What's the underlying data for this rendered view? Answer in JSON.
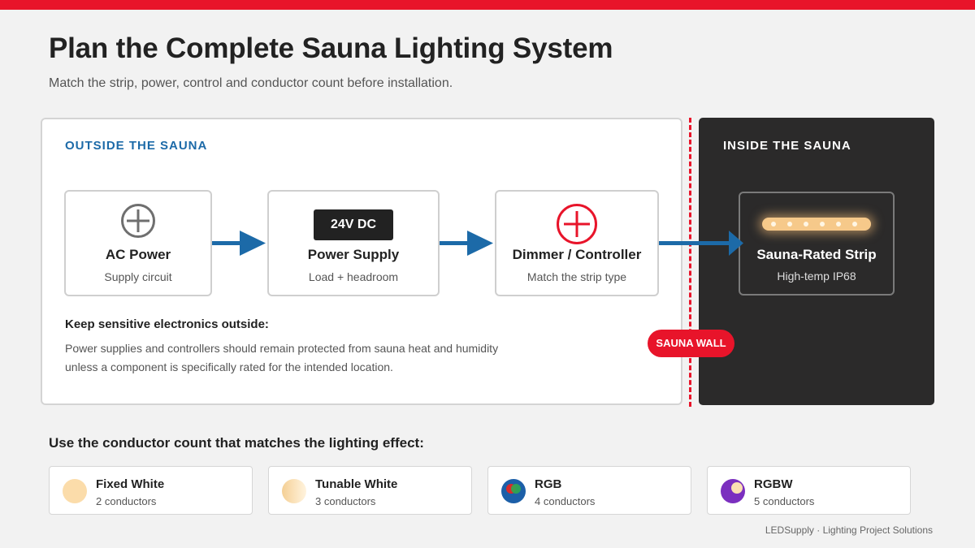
{
  "header": {
    "title": "Plan the Complete Sauna Lighting System",
    "subtitle": "Match the strip, power, control and conductor count before installation."
  },
  "outside": {
    "heading": "OUTSIDE THE SAUNA",
    "nodes": [
      {
        "label": "AC Power",
        "sub": "Supply circuit",
        "icon": "plus-circle-icon"
      },
      {
        "label": "Power Supply",
        "sub": "Load + headroom",
        "badge": "24V DC"
      },
      {
        "label": "Dimmer / Controller",
        "sub": "Match the strip type",
        "icon": "plus-circle-icon"
      }
    ],
    "note_title": "Keep sensitive electronics outside:",
    "note_lines": [
      "Power supplies and controllers should remain protected from sauna heat and humidity",
      "unless a component is specifically rated for the intended location."
    ]
  },
  "wall": {
    "label": "SAUNA WALL",
    "color": "#e8142a"
  },
  "inside": {
    "heading": "INSIDE THE SAUNA",
    "node": {
      "label": "Sauna-Rated Strip",
      "sub": "High-temp IP68",
      "icon": "led-strip-icon"
    }
  },
  "conductors": {
    "title": "Use the conductor count that matches the lighting effect:",
    "cards": [
      {
        "name": "Fixed White",
        "count": "2 conductors",
        "icon": "warm-white-swatch"
      },
      {
        "name": "Tunable White",
        "count": "3 conductors",
        "icon": "tunable-white-swatch"
      },
      {
        "name": "RGB",
        "count": "4 conductors",
        "icon": "rgb-swatch"
      },
      {
        "name": "RGBW",
        "count": "5 conductors",
        "icon": "rgbw-swatch"
      }
    ]
  },
  "footer": {
    "text": "LEDSupply · Lighting Project Solutions"
  },
  "colors": {
    "accent_red": "#e8142a",
    "accent_blue": "#1c6aa8",
    "dark_panel": "#2b2a2a"
  }
}
